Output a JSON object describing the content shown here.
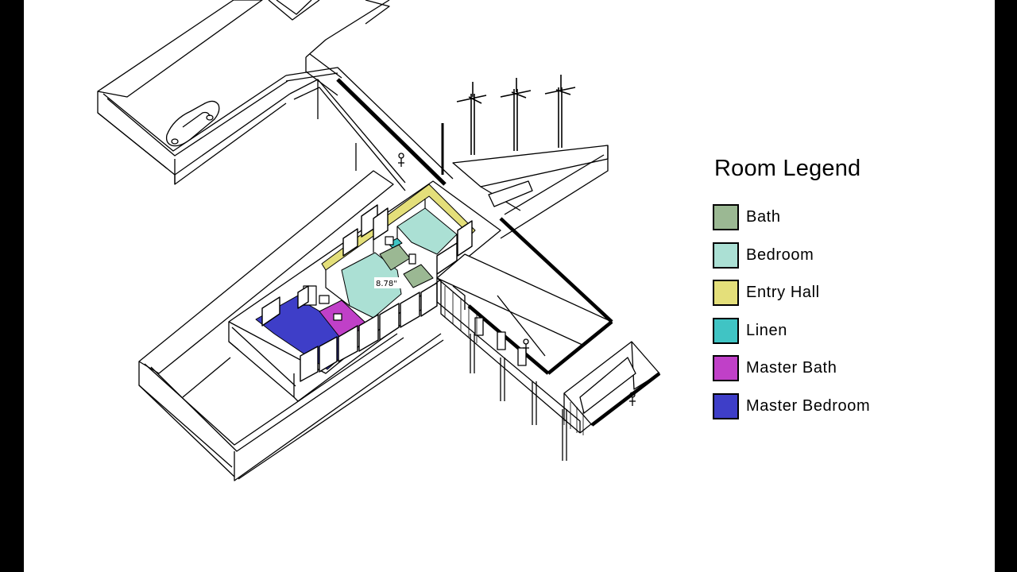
{
  "legend": {
    "title": "Room Legend",
    "items": [
      {
        "label": "Bath",
        "color": "#9bb893"
      },
      {
        "label": "Bedroom",
        "color": "#abe0d4"
      },
      {
        "label": "Entry Hall",
        "color": "#e4df7a"
      },
      {
        "label": "Linen",
        "color": "#40c4c4"
      },
      {
        "label": "Master Bath",
        "color": "#c040c8"
      },
      {
        "label": "Master Bedroom",
        "color": "#3e3ec8"
      }
    ]
  },
  "dimension_tag": "8.78\""
}
